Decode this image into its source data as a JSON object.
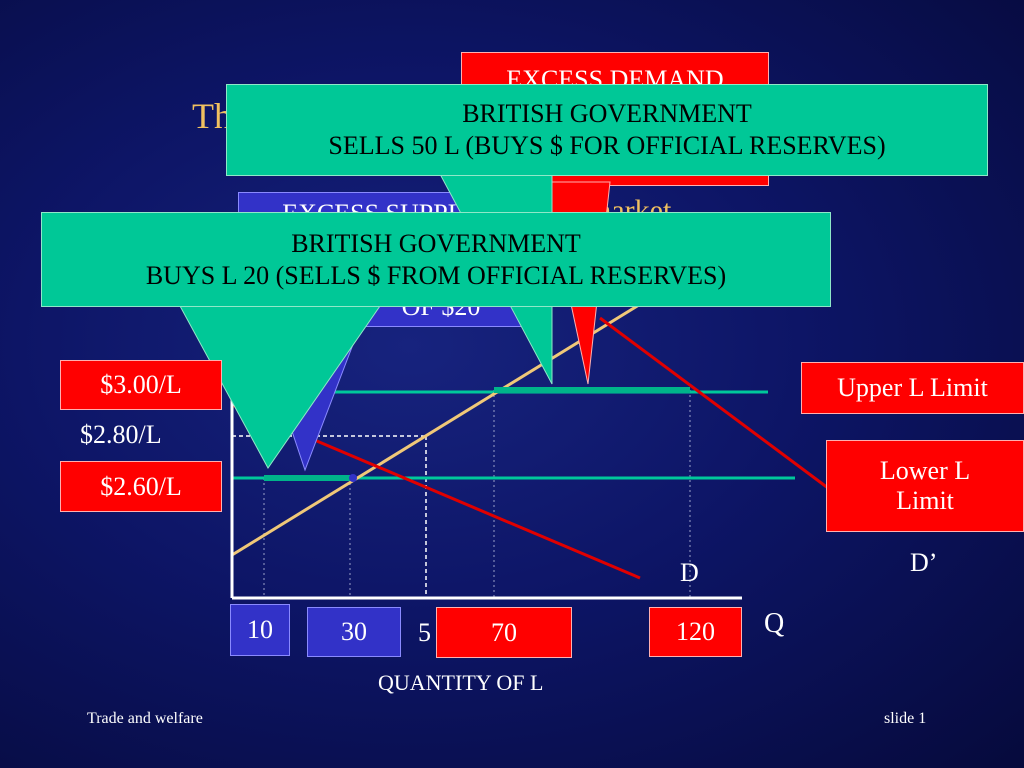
{
  "title_fragment": "Th",
  "excess_demand_label": "EXCESS DEMAND",
  "market_fragment": "market",
  "excess_supply_label": "EXCESS SUPPLY",
  "excess_supply_sub": "OF  $20",
  "callout_sells": {
    "line1": "BRITISH GOVERNMENT",
    "line2": "SELLS 50 L (BUYS $ FOR OFFICIAL RESERVES)"
  },
  "callout_buys": {
    "line1": "BRITISH GOVERNMENT",
    "line2": "BUYS L 20 (SELLS $ FROM OFFICIAL RESERVES)"
  },
  "price_labels": {
    "p300": "$3.00/L",
    "p280": "$2.80/L",
    "p260": "$2.60/L"
  },
  "limits": {
    "upper": "Upper L Limit",
    "lower_line1": "Lower L",
    "lower_line2": "Limit"
  },
  "curves": {
    "d": "D",
    "d_prime": "D’",
    "q": "Q"
  },
  "quantity_labels": {
    "q10": "10",
    "q30": "30",
    "q50_fragment": "5",
    "q70": "70",
    "q120": "120"
  },
  "x_axis_label": "QUANTITY OF L",
  "footer": {
    "left": "Trade and welfare",
    "right": "slide 1"
  },
  "colors": {
    "background": "#0d1566",
    "red_box": "#ff0000",
    "blue_box": "#3232c8",
    "callout_green": "#00c897",
    "limit_line": "#00c89b",
    "supply_curve": "#f0c878",
    "demand_curve": "#e00000"
  }
}
